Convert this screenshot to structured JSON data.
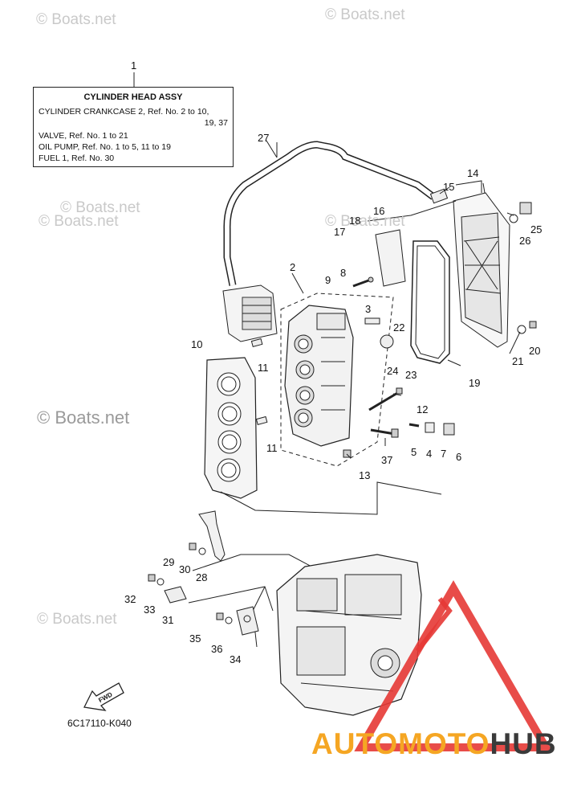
{
  "info_box": {
    "ref": "1",
    "title": "CYLINDER HEAD ASSY",
    "line1": "CYLINDER CRANKCASE 2,  Ref. No. 2 to 10,",
    "line1b": "19, 37",
    "line2": "VALVE,  Ref. No. 1 to 21",
    "line3": "OIL PUMP,  Ref. No. 1 to 5, 11 to 19",
    "line4": "FUEL 1,  Ref. No. 30"
  },
  "part_code": "6C17110-K040",
  "fwd_label": "FWD",
  "watermark": "© Boats.net",
  "logo": {
    "part_a": "AUTOMOTO",
    "part_b": "HUB",
    "color_a": "#f5a623",
    "color_b": "#3a3a3a",
    "triangle_color": "#e53935"
  },
  "callouts": {
    "c2": "2",
    "c3": "3",
    "c4": "4",
    "c5": "5",
    "c6": "6",
    "c7": "7",
    "c8": "8",
    "c9": "9",
    "c10": "10",
    "c11a": "11",
    "c11b": "11",
    "c12": "12",
    "c13": "13",
    "c14": "14",
    "c15": "15",
    "c16": "16",
    "c17": "17",
    "c18": "18",
    "c19": "19",
    "c20": "20",
    "c21": "21",
    "c22": "22",
    "c23": "23",
    "c24": "24",
    "c25": "25",
    "c26": "26",
    "c27": "27",
    "c28": "28",
    "c29": "29",
    "c30": "30",
    "c31": "31",
    "c32": "32",
    "c33": "33",
    "c34": "34",
    "c35": "35",
    "c36": "36",
    "c37": "37"
  }
}
